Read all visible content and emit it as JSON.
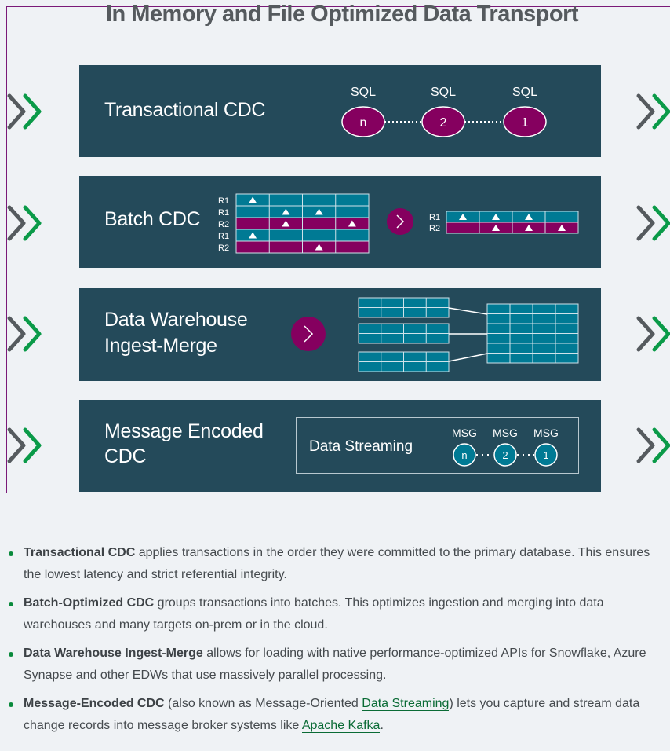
{
  "title": "In Memory and File Optimized Data Transport",
  "colors": {
    "panel": "#244a5a",
    "teal": "#007a94",
    "magenta": "#85005f",
    "green": "#0a9a48",
    "chevron_gray": "#555a5e"
  },
  "panels": [
    {
      "title": "Transactional CDC",
      "sql_labels": [
        "SQL",
        "SQL",
        "SQL"
      ],
      "nodes": [
        "n",
        "2",
        "1"
      ]
    },
    {
      "title": "Batch CDC",
      "input_rows": [
        {
          "label": "R1",
          "type": "R1",
          "marks": [
            1,
            0,
            0,
            0
          ]
        },
        {
          "label": "R1",
          "type": "R1",
          "marks": [
            0,
            1,
            1,
            0
          ]
        },
        {
          "label": "R2",
          "type": "R2",
          "marks": [
            0,
            1,
            0,
            1
          ]
        },
        {
          "label": "R1",
          "type": "R1",
          "marks": [
            1,
            0,
            0,
            0
          ]
        },
        {
          "label": "R2",
          "type": "R2",
          "marks": [
            0,
            0,
            1,
            0
          ]
        }
      ],
      "output_rows": [
        {
          "label": "R1",
          "type": "R1",
          "marks": [
            1,
            1,
            1,
            0
          ]
        },
        {
          "label": "R2",
          "type": "R2",
          "marks": [
            0,
            1,
            1,
            1
          ]
        }
      ]
    },
    {
      "title_line1": "Data Warehouse",
      "title_line2": "Ingest-Merge"
    },
    {
      "title_line1": "Message Encoded",
      "title_line2": "CDC",
      "stream_label": "Data Streaming",
      "msg_labels": [
        "MSG",
        "MSG",
        "MSG"
      ],
      "nodes": [
        "n",
        "2",
        "1"
      ]
    }
  ],
  "bullets": [
    {
      "bold": "Transactional CDC",
      "text": " applies transactions in the order they were committed to the primary database. This ensures the lowest latency and strict referential integrity."
    },
    {
      "bold": "Batch-Optimized CDC",
      "text": " groups transactions into batches. This optimizes ingestion and merging into data warehouses and many targets on-prem or in the cloud."
    },
    {
      "bold": "Data Warehouse Ingest-Merge",
      "text": " allows for loading with native performance-optimized APIs for Snowflake, Azure Synapse and other EDWs that use massively parallel processing."
    },
    {
      "bold": "Message-Encoded CDC",
      "text_before": " (also known as Message-Oriented ",
      "link1": "Data Streaming",
      "text_mid": ") lets you capture and stream data change records into message broker systems like ",
      "link2": "Apache Kafka",
      "text_after": "."
    }
  ]
}
